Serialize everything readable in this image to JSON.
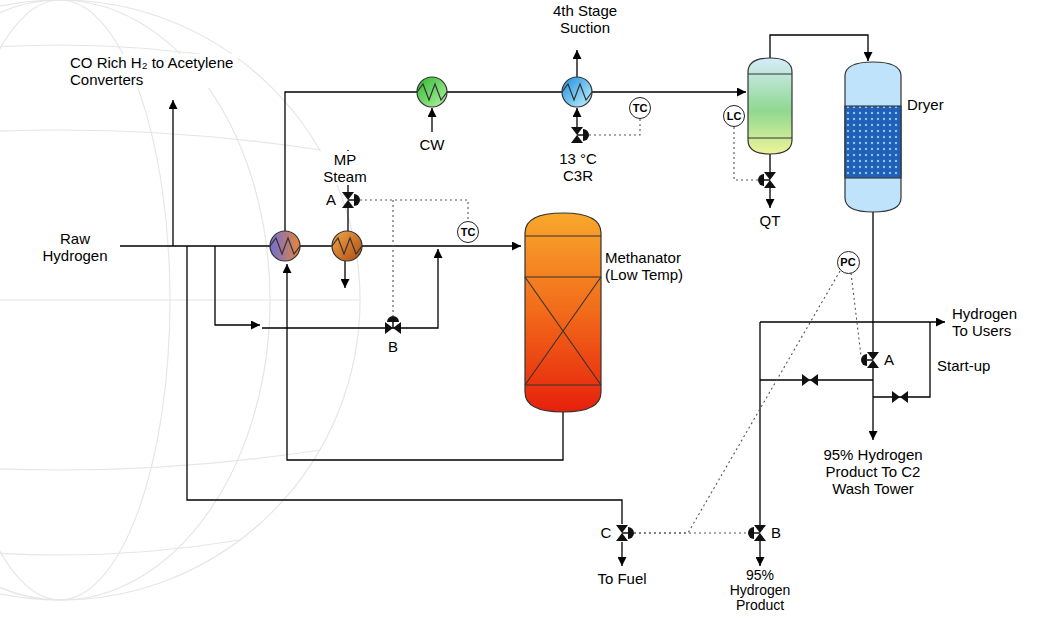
{
  "diagram": {
    "nodes": [
      {
        "text": [
          "TC"
        ]
      },
      {
        "text": [
          "LC"
        ]
      },
      {
        "text": [
          "Dryer"
        ]
      },
      {
        "text": [
          "TC"
        ]
      },
      {
        "text": [
          "Methanator (Low Temp)"
        ]
      },
      {
        "text": [
          "PC"
        ]
      }
    ],
    "labels": [
      "CO Rich H₂ to Acetylene Converters",
      "Raw Hydrogen",
      "MP Steam",
      "A",
      "B",
      "CW",
      "4th Stage Suction",
      "13 °C C3R",
      "QT",
      "Hydrogen To Users",
      "Start-up",
      "A",
      "95% Hydrogen Product To C2 Wash Tower",
      "C",
      "To Fuel",
      "B",
      "95% Hydrogen Product"
    ]
  }
}
